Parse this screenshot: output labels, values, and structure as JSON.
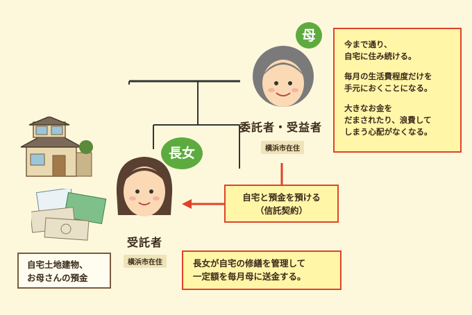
{
  "mother": {
    "badge": "母",
    "role": "委託者・受益者",
    "residence": "横浜市在住",
    "notes": [
      "今まで通り、\n自宅に住み続ける。",
      "毎月の生活費程度だけを\n手元におくことになる。",
      "大きなお金を\nだまされたり、浪費して\nしまう心配がなくなる。"
    ]
  },
  "daughter": {
    "badge": "長女",
    "role": "受託者",
    "residence": "横浜市在住",
    "note": "長女が自宅の修繕を管理して\n一定額を毎月母に送金する。"
  },
  "trust": {
    "label": "自宅と預金を預ける\n（信託契約）"
  },
  "assets": {
    "label": "自宅土地建物、\nお母さんの預金"
  },
  "colors": {
    "background": "#fdf8dc",
    "note_fill": "#fff6a8",
    "note_border": "#e0412b",
    "badge_green": "#5dab3f",
    "arrow_red": "#e0412b"
  }
}
